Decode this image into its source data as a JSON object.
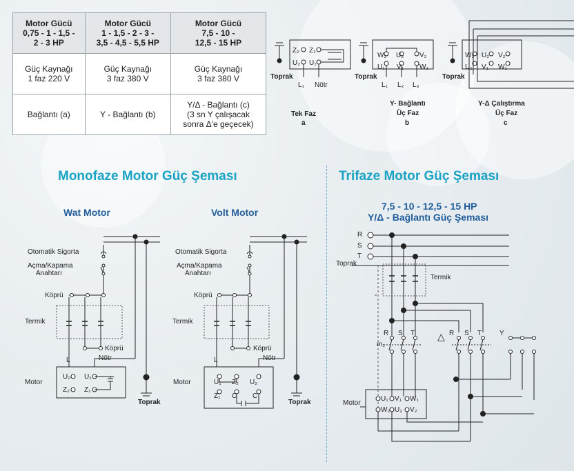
{
  "table": {
    "headers": [
      [
        "Motor Gücü",
        "0,75 - 1 - 1,5 -",
        "2 - 3 HP"
      ],
      [
        "Motor Gücü",
        "1 - 1,5 - 2 - 3 -",
        "3,5 - 4,5 - 5,5 HP"
      ],
      [
        "Motor Gücü",
        "7,5 - 10 -",
        "12,5 - 15 HP"
      ]
    ],
    "rows": [
      [
        [
          "Güç Kaynağı",
          "1 faz 220 V"
        ],
        [
          "Güç Kaynağı",
          "3 faz 380 V"
        ],
        [
          "Güç Kaynağı",
          "3 faz 380 V"
        ]
      ],
      [
        [
          "Bağlantı (a)"
        ],
        [
          "Y - Bağlantı (b)"
        ],
        [
          "Y/Δ - Bağlantı (c)",
          "(3 sn Y çalışacak",
          "sonra Δ'e geçecek)"
        ]
      ]
    ]
  },
  "connection_diagrams": {
    "a": {
      "caption": "Tek Faz",
      "letter": "a",
      "ground": "Toprak",
      "terminals_top": [
        "Z₂",
        "Z₁"
      ],
      "terminals_bottom": [
        "U₂",
        "U₁"
      ],
      "lines": [
        "L₁",
        "Nötr"
      ]
    },
    "b": {
      "caption": "Y- Bağlantı",
      "caption2": "Üç Faz",
      "letter": "b",
      "ground": "Toprak",
      "terminals_top": [
        "W₂",
        "U₂",
        "V₂"
      ],
      "terminals_bottom": [
        "U₁",
        "V₁",
        "W₁"
      ],
      "lines": [
        "L₁",
        "L₂",
        "L₃"
      ]
    },
    "c": {
      "caption": "Y-Δ Çalıştırma",
      "caption2": "Üç Faz",
      "letter": "c",
      "ground": "Toprak",
      "terminals_top": [
        "W₂",
        "U₂",
        "V₂"
      ],
      "terminals_bottom": [
        "U₁",
        "V₁",
        "W₁"
      ]
    }
  },
  "mono": {
    "title": "Monofaze Motor Güç Şeması",
    "wat": {
      "title": "Wat Motor",
      "labels": [
        "Otomatik Sigorta",
        "Açma/Kapama",
        "Anahtarı",
        "Köprü",
        "Termik",
        "Köprü",
        "L",
        "Nötr",
        "Motor",
        "Toprak"
      ],
      "motor_terminals": [
        "U₂",
        "U₁",
        "Z₂",
        "Z₁"
      ]
    },
    "volt": {
      "title": "Volt Motor",
      "labels": [
        "Otomatik Sigorta",
        "Açma/Kapama",
        "Anahtarı",
        "Köprü",
        "Termik",
        "Köprü",
        "L",
        "Nötr",
        "Motor",
        "Toprak"
      ],
      "motor_terminals": [
        "U₁",
        "Z₂",
        "U₂",
        "Z₁",
        "C",
        "C"
      ]
    }
  },
  "tri": {
    "title": "Trifaze Motor Güç Şeması",
    "subtitle1": "7,5 - 10 - 12,5 - 15 HP",
    "subtitle2": "Y/Δ - Bağlantı Güç Şeması",
    "phases": [
      "R",
      "S",
      "T"
    ],
    "ground": "Toprak",
    "termik": "Termik",
    "contactor1": [
      "R",
      "S",
      "T"
    ],
    "contactor_main": "m₁",
    "delta_symbol": "△",
    "contactor2": [
      "R",
      "S",
      "T"
    ],
    "star": "Y",
    "motor": "Motor",
    "motor_top": [
      "U₁",
      "V₁",
      "W₁"
    ],
    "motor_bottom": [
      "W₂",
      "U₂",
      "V₂"
    ]
  },
  "colors": {
    "title": "#1aa3c4",
    "subtitle": "#1f5c9a",
    "line": "#222222",
    "dashed_box": "#555555"
  }
}
